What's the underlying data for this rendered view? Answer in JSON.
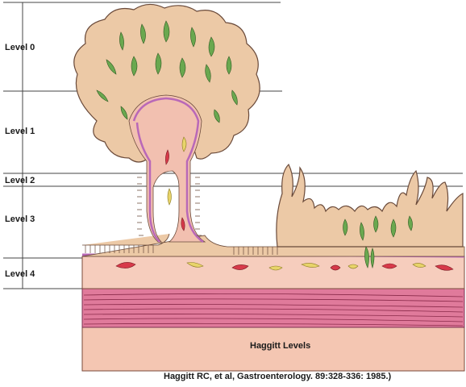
{
  "levels": [
    {
      "label": "Level 0"
    },
    {
      "label": "Level 1"
    },
    {
      "label": "Level 2"
    },
    {
      "label": "Level 3"
    },
    {
      "label": "Level 4"
    }
  ],
  "figure_title": "Haggitt Levels",
  "citation": "Haggitt RC, et al, Gastroenterology. 89:328-336: 1985.)",
  "colors": {
    "polyp_tissue": "#ecc9a6",
    "stalk_core": "#f2c0b0",
    "muscularis_mucosae": "#b968b8",
    "submucosa": "#f6cdbd",
    "muscularis_propria": "#e07a9b",
    "serosa": "#f4c6b2",
    "gland_green": "#6aa84f",
    "vessel_red": "#d73a4a",
    "vessel_yellow": "#e8d46a"
  }
}
